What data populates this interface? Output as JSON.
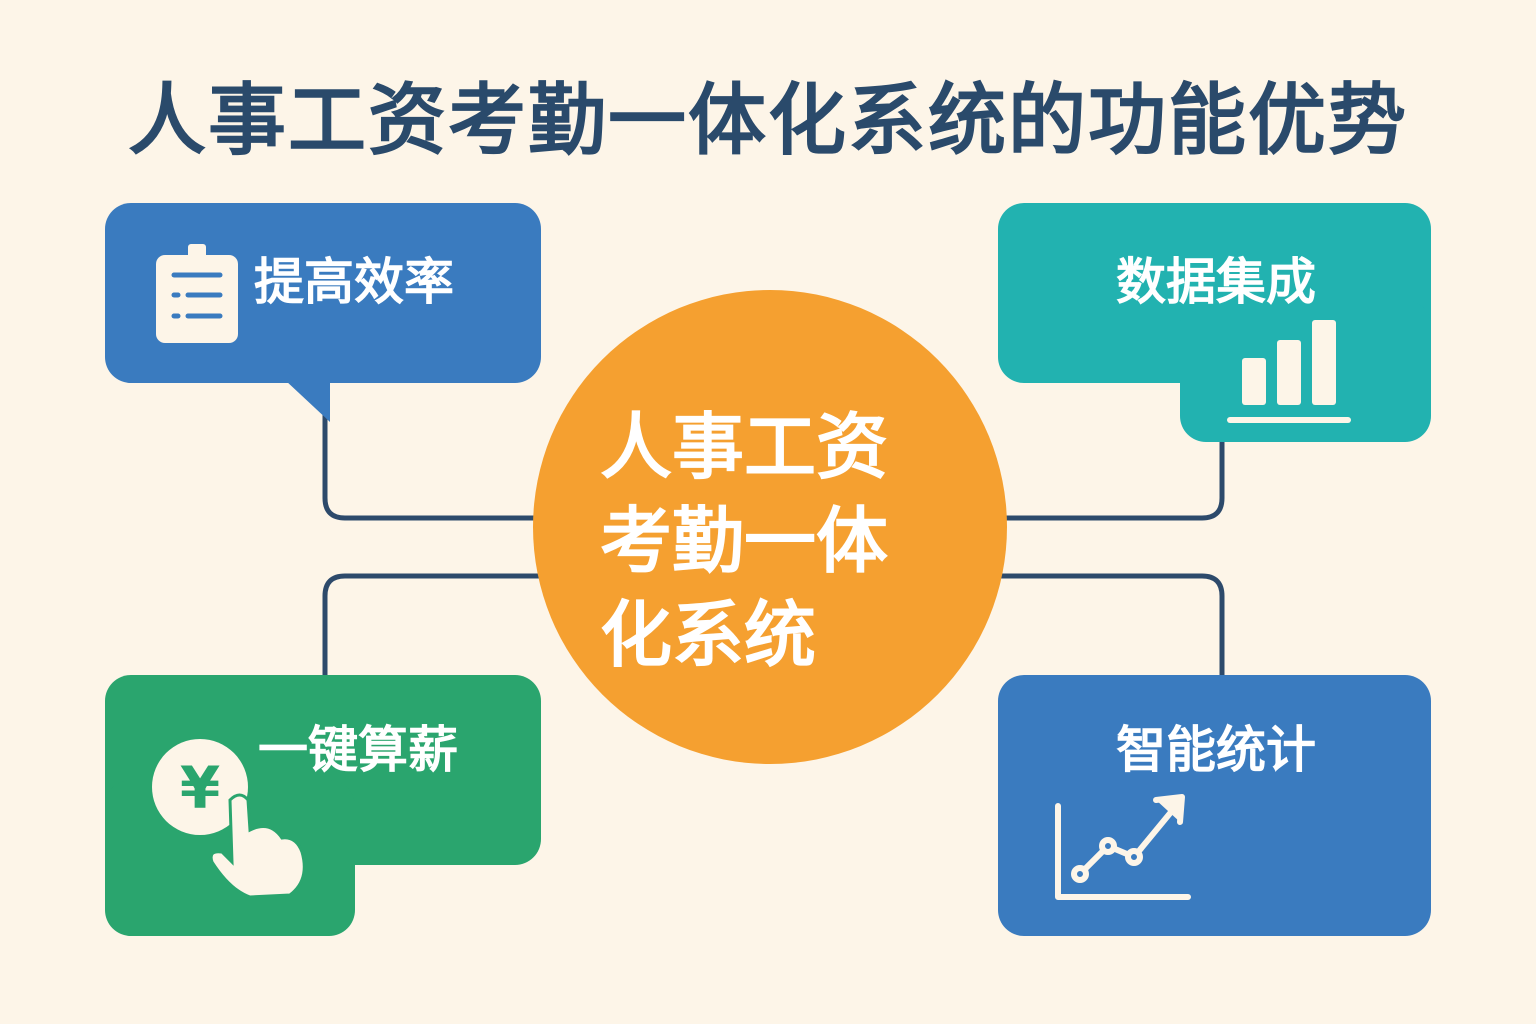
{
  "title": "人事工资考勤一体化系统的功能优势",
  "center": {
    "lines": [
      "人事工资",
      "考勤一体",
      "化系统"
    ],
    "color": "#f5a030"
  },
  "features": [
    {
      "label": "提高效率",
      "icon": "clipboard-list-icon",
      "color": "#3a7bbf"
    },
    {
      "label": "数据集成",
      "icon": "bar-chart-icon",
      "color": "#22b2b0"
    },
    {
      "label": "一键算薪",
      "icon": "yen-click-icon",
      "color": "#2aa56e"
    },
    {
      "label": "智能统计",
      "icon": "trend-line-icon",
      "color": "#3a7bbf"
    }
  ],
  "colors": {
    "background": "#fdf5e8",
    "title": "#2a4a6b",
    "connector": "#2d4a6b"
  }
}
